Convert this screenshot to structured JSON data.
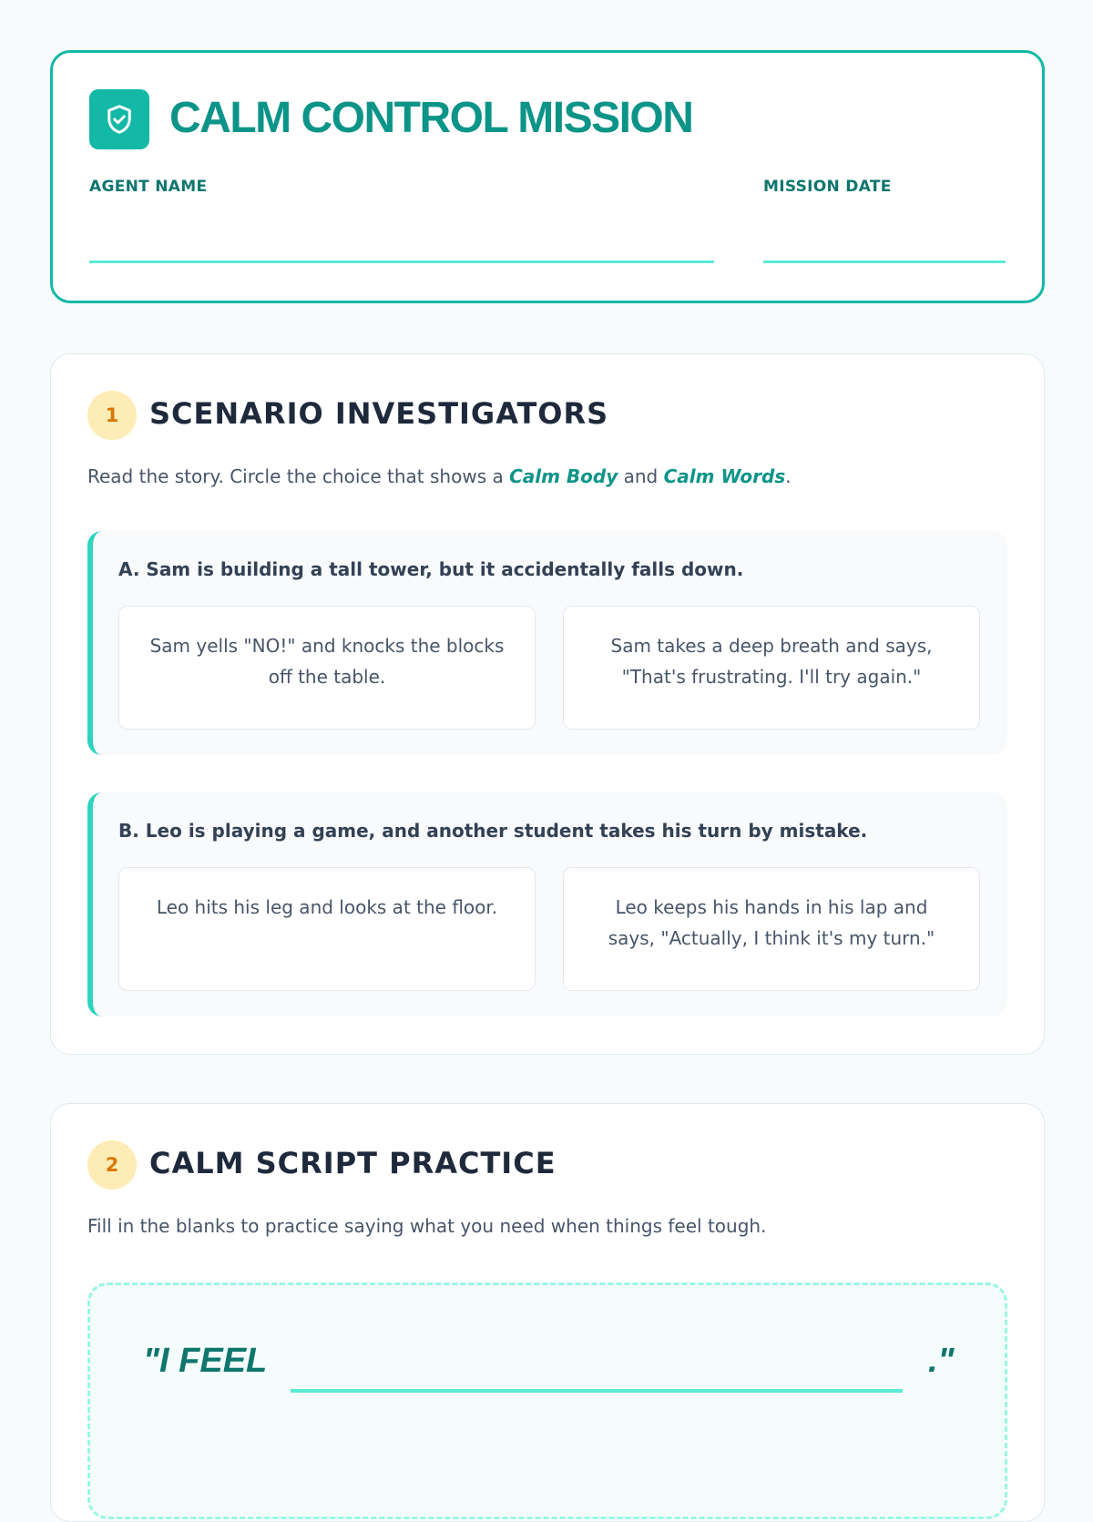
{
  "header": {
    "title": "CALM CONTROL MISSION",
    "agent_label": "AGENT NAME",
    "date_label": "MISSION DATE"
  },
  "section1": {
    "number": "1",
    "title": "SCENARIO INVESTIGATORS",
    "intro_pre": "Read the story. Circle the choice that shows a ",
    "intro_em1": "Calm Body",
    "intro_mid": " and ",
    "intro_em2": "Calm Words",
    "intro_post": ".",
    "scenarios": [
      {
        "question": "A. Sam is building a tall tower, but it accidentally falls down.",
        "options": [
          "Sam yells \"NO!\" and knocks the blocks off the table.",
          "Sam takes a deep breath and says, \"That's frustrating. I'll try again.\""
        ]
      },
      {
        "question": "B. Leo is playing a game, and another student takes his turn by mistake.",
        "options": [
          "Leo hits his leg and looks at the floor.",
          "Leo keeps his hands in his lap and says, \"Actually, I think it's my turn.\""
        ]
      }
    ]
  },
  "section2": {
    "number": "2",
    "title": "CALM SCRIPT PRACTICE",
    "intro": "Fill in the blanks to practice saying what you need when things feel tough.",
    "script_start": "\"I FEEL",
    "script_end": ".\""
  }
}
